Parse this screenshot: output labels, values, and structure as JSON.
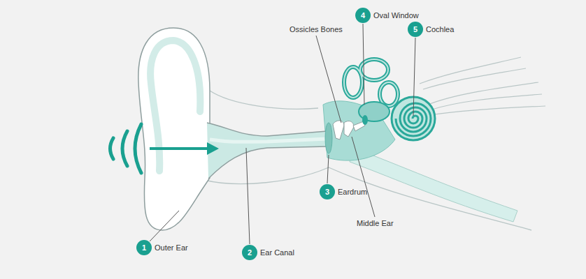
{
  "diagram": {
    "labels": [
      "Ossicles Bones",
      "4",
      "Oval Window",
      "5",
      "Cochlea",
      "3",
      "Eardrum",
      "Middle Ear",
      "1",
      "Outer Ear",
      "2",
      "Ear Canal"
    ]
  }
}
